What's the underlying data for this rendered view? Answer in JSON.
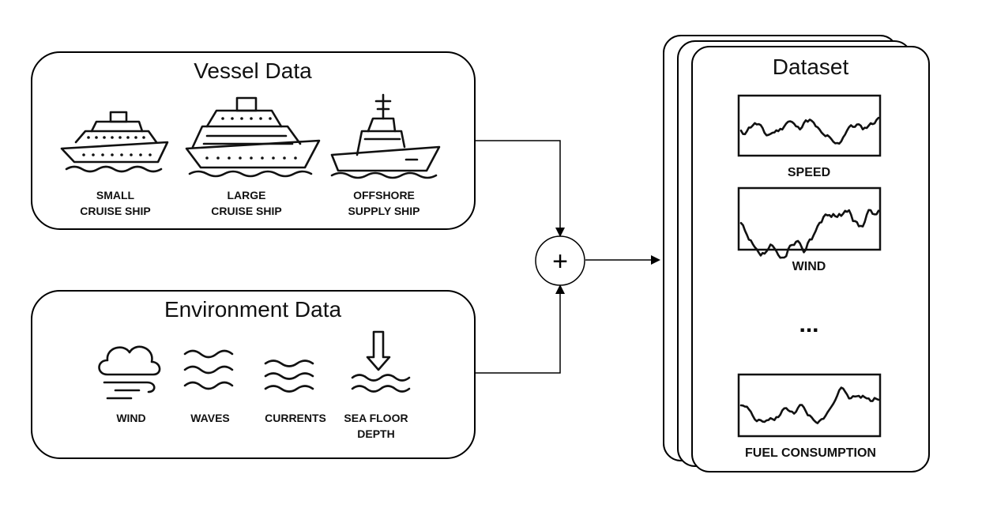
{
  "vessel_data": {
    "title": "Vessel Data",
    "items": [
      {
        "line1": "SMALL",
        "line2": "CRUISE SHIP",
        "icon": "small-cruise-ship-icon"
      },
      {
        "line1": "LARGE",
        "line2": "CRUISE SHIP",
        "icon": "large-cruise-ship-icon"
      },
      {
        "line1": "OFFSHORE",
        "line2": "SUPPLY SHIP",
        "icon": "offshore-supply-ship-icon"
      }
    ]
  },
  "environment_data": {
    "title": "Environment Data",
    "items": [
      {
        "line1": "WIND",
        "line2": "",
        "icon": "wind-cloud-icon"
      },
      {
        "line1": "WAVES",
        "line2": "",
        "icon": "waves-icon"
      },
      {
        "line1": "CURRENTS",
        "line2": "",
        "icon": "currents-icon"
      },
      {
        "line1": "SEA FLOOR",
        "line2": "DEPTH",
        "icon": "sea-floor-depth-icon"
      }
    ]
  },
  "combine": {
    "symbol": "+"
  },
  "dataset": {
    "title": "Dataset",
    "series": [
      {
        "label": "SPEED"
      },
      {
        "label": "WIND"
      },
      {
        "label": "FUEL CONSUMPTION"
      }
    ],
    "ellipsis": "..."
  }
}
